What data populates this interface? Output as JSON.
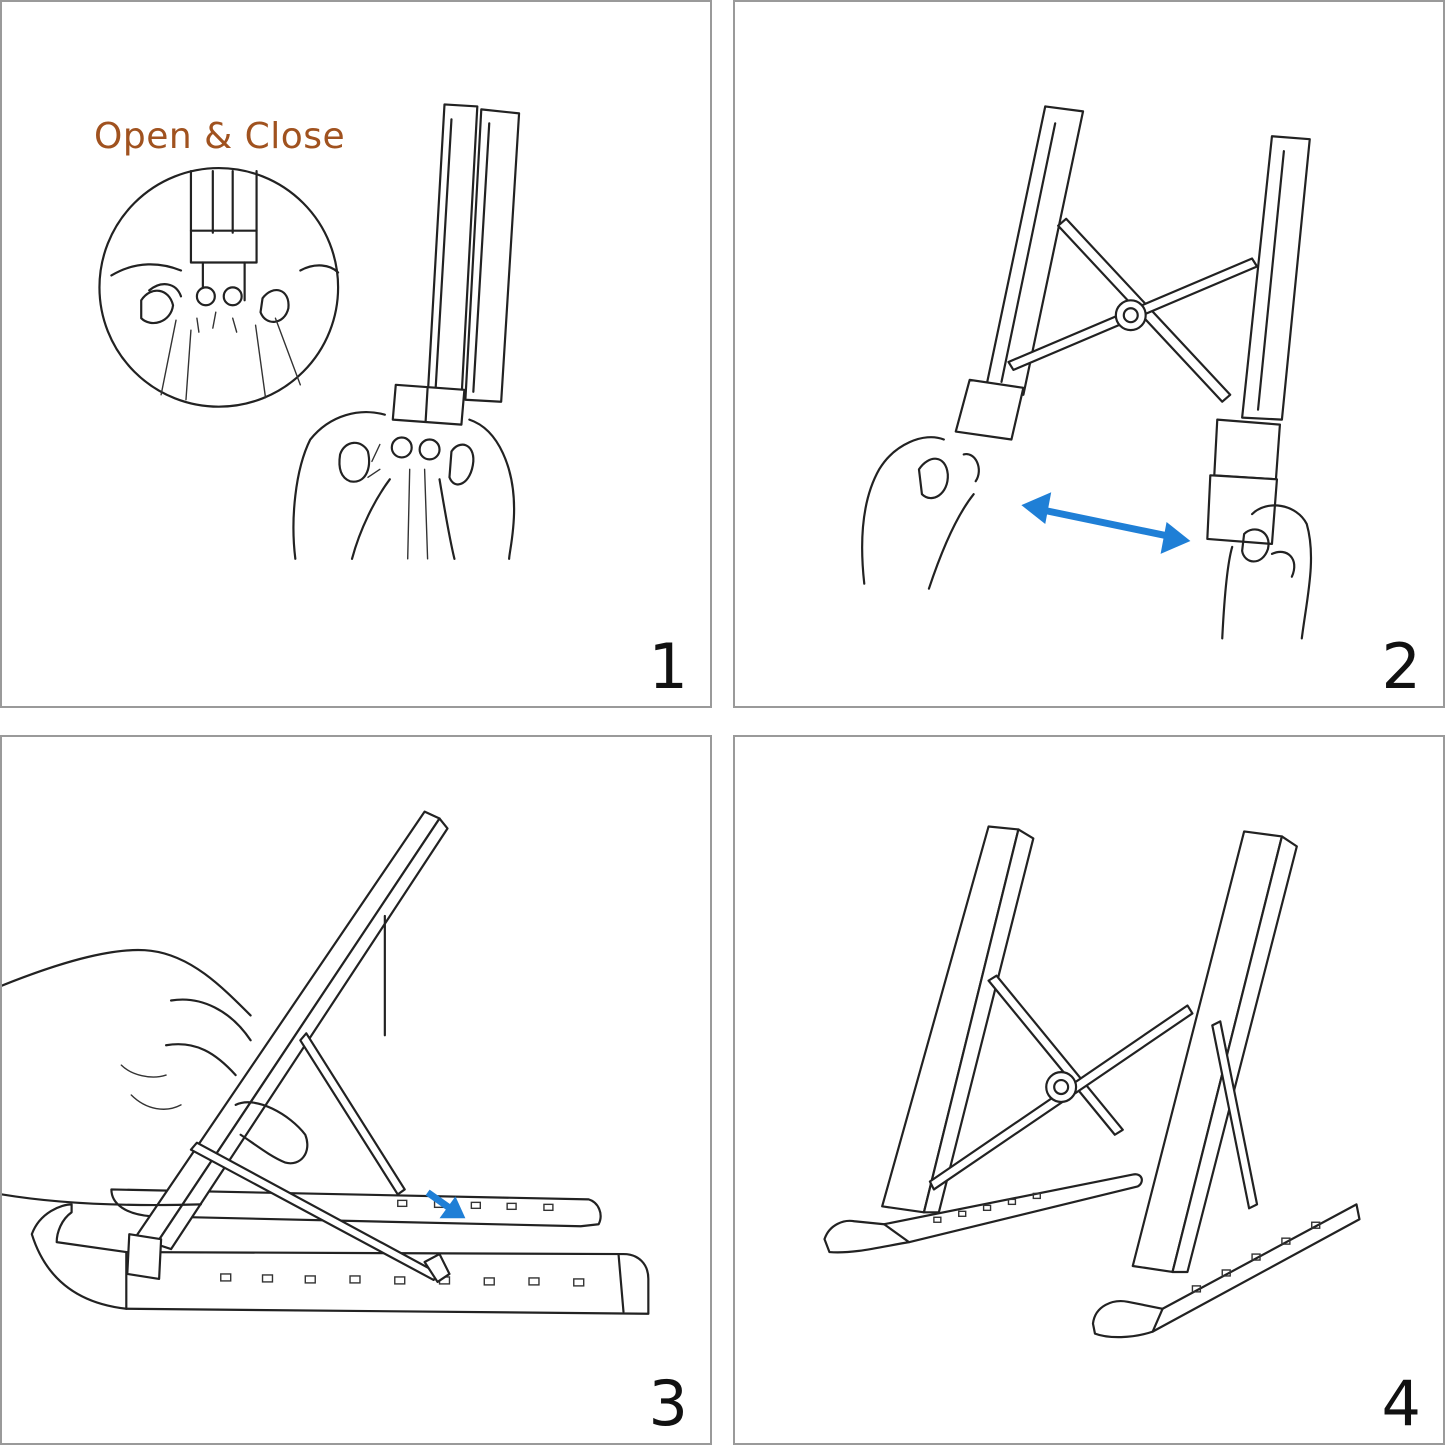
{
  "steps": [
    {
      "number": "1",
      "caption": "Open & Close"
    },
    {
      "number": "2"
    },
    {
      "number": "3"
    },
    {
      "number": "4"
    }
  ],
  "colors": {
    "caption": "#a0521f",
    "arrow": "#1f7fd6",
    "line": "#222222",
    "frame": "#9a9a9a"
  }
}
